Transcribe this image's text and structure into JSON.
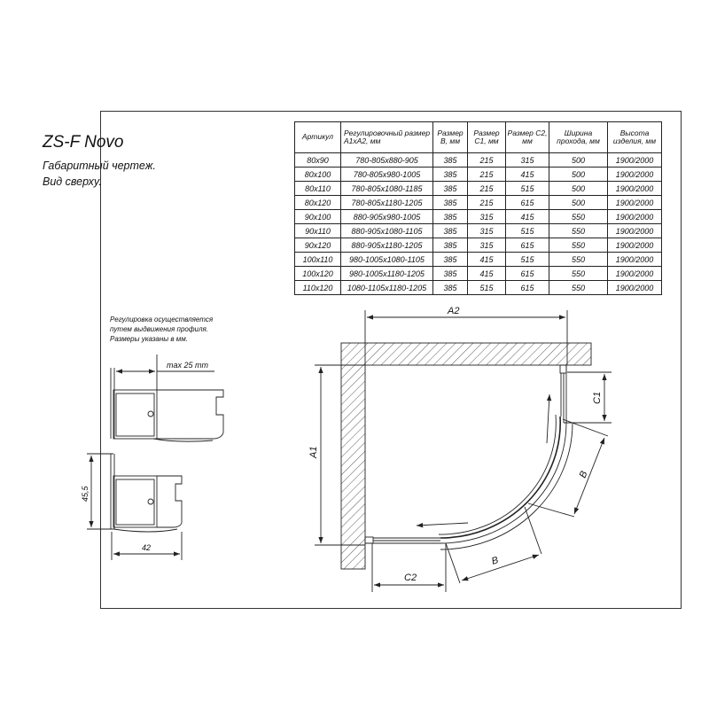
{
  "title": "ZS-F Novo",
  "subtitle_lines": [
    "Габаритный чертеж.",
    "Вид сверху."
  ],
  "note_lines": [
    "Регулировка осуществляется",
    "путем выдвижения профиля.",
    "Размеры указаны в мм."
  ],
  "table": {
    "headers": [
      "Артикул",
      "Регулировочный размер А1хА2, мм",
      "Размер В, мм",
      "Размер С1, мм",
      "Размер С2, мм",
      "Ширина прохода, мм",
      "Высота изделия, мм"
    ],
    "rows": [
      [
        "80x90",
        "780-805x880-905",
        "385",
        "215",
        "315",
        "500",
        "1900/2000"
      ],
      [
        "80x100",
        "780-805x980-1005",
        "385",
        "215",
        "415",
        "500",
        "1900/2000"
      ],
      [
        "80x110",
        "780-805x1080-1185",
        "385",
        "215",
        "515",
        "500",
        "1900/2000"
      ],
      [
        "80x120",
        "780-805x1180-1205",
        "385",
        "215",
        "615",
        "500",
        "1900/2000"
      ],
      [
        "90x100",
        "880-905x980-1005",
        "385",
        "315",
        "415",
        "550",
        "1900/2000"
      ],
      [
        "90x110",
        "880-905x1080-1105",
        "385",
        "315",
        "515",
        "550",
        "1900/2000"
      ],
      [
        "90x120",
        "880-905x1180-1205",
        "385",
        "315",
        "615",
        "550",
        "1900/2000"
      ],
      [
        "100x110",
        "980-1005x1080-1105",
        "385",
        "415",
        "515",
        "550",
        "1900/2000"
      ],
      [
        "100x120",
        "980-1005x1180-1205",
        "385",
        "415",
        "615",
        "550",
        "1900/2000"
      ],
      [
        "110x120",
        "1080-1105x1180-1205",
        "385",
        "515",
        "615",
        "550",
        "1900/2000"
      ]
    ]
  },
  "profile_labels": {
    "max": "max 25 mm",
    "height": "45,5",
    "width": "42"
  },
  "dimension_labels": {
    "a1": "A1",
    "a2": "A2",
    "c1": "C1",
    "c2": "C2",
    "b": "B"
  }
}
